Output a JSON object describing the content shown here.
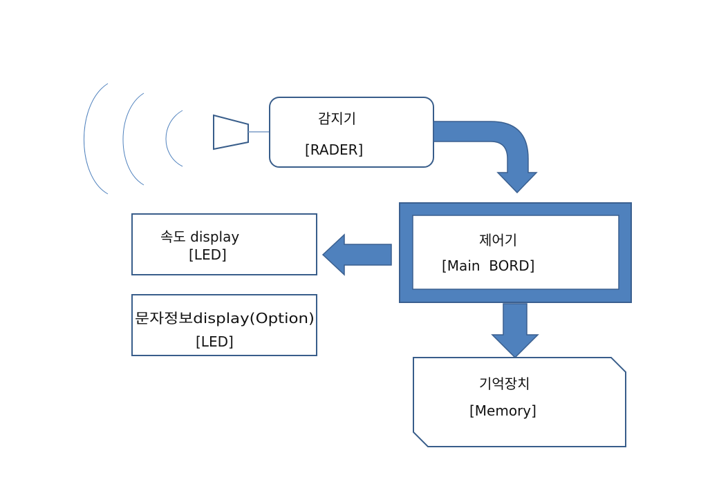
{
  "colors": {
    "blue_fill": "#4f81bd",
    "blue_stroke": "#3a5f8f",
    "box_stroke": "#385d8a",
    "wave_stroke": "#4f81bd",
    "text": "#111111"
  },
  "sensor": {
    "title": "감지기",
    "subtitle": "[RADER]",
    "emitter_icon": "radar-horn-icon",
    "wave_icon": "radio-wave-icon"
  },
  "controller": {
    "title": "제어기",
    "subtitle": "[Main  BORD]"
  },
  "speed_display": {
    "title": "속도 display",
    "subtitle": "[LED]"
  },
  "text_display": {
    "title": "문자정보display(Option)",
    "subtitle": "[LED]"
  },
  "memory": {
    "title": "기억장치",
    "subtitle": "[Memory]"
  },
  "connections": [
    {
      "from": "sensor",
      "to": "controller",
      "style": "curved-arrow"
    },
    {
      "from": "controller",
      "to": "speed_display",
      "style": "block-arrow-left"
    },
    {
      "from": "controller",
      "to": "memory",
      "style": "block-arrow-down"
    }
  ]
}
